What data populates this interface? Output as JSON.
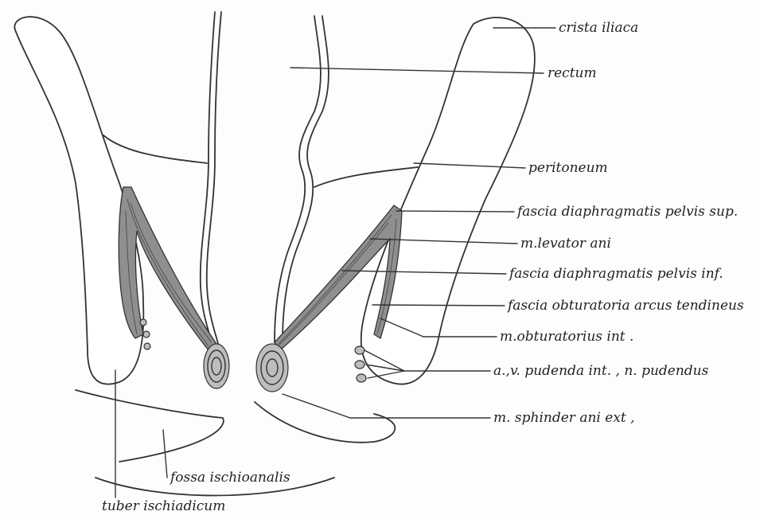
{
  "labels": {
    "crista_iliaca": "crista iliaca",
    "rectum": "rectum",
    "peritoneum": "peritoneum",
    "fascia_sup": "fascia diaphragmatis pelvis sup.",
    "levator_ani": "m.levator ani",
    "fascia_inf": "fascia diaphragmatis pelvis inf.",
    "fascia_obturatoria": "fascia obturatoria arcus tendineus",
    "obturatorius": "m.obturatorius int .",
    "pudenda": "a.,v. pudenda int. , n. pudendus",
    "sphincter": "m. sphinder ani ext ,",
    "fossa": "fossa ischioanalis",
    "tuber": "tuber ischiadicum"
  }
}
